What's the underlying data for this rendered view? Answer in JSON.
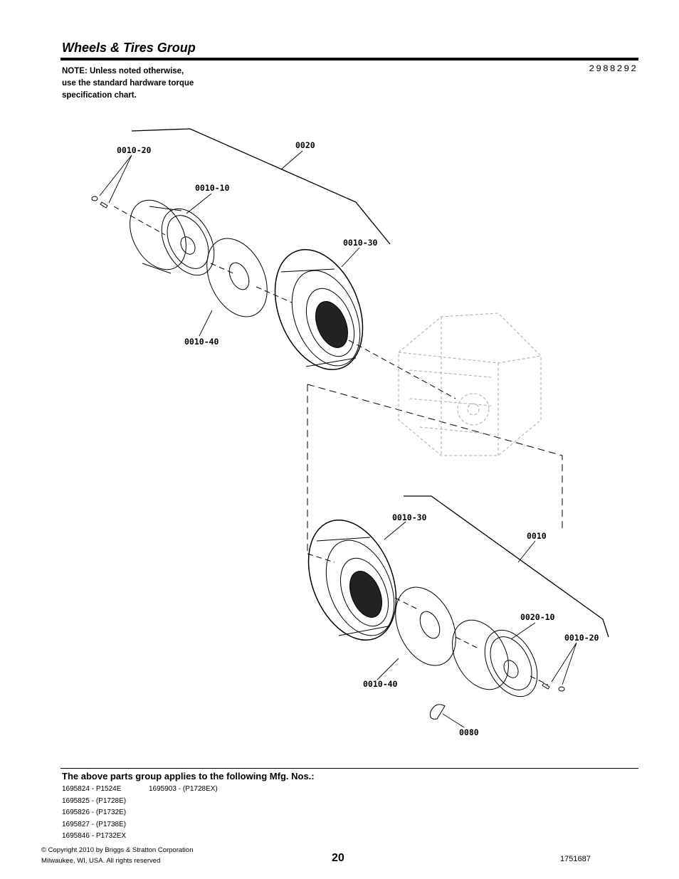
{
  "header": {
    "title": "Wheels & Tires Group",
    "doc_number": "2988292",
    "note_lines": [
      "NOTE: Unless noted otherwise,",
      "use the standard hardware torque",
      "specification chart."
    ]
  },
  "diagram": {
    "callouts": [
      "0010-20",
      "0020",
      "0010-10",
      "0010-30",
      "0010-40",
      "0010-30",
      "0010",
      "0020-10",
      "0010-20",
      "0010-40",
      "0080"
    ]
  },
  "footer": {
    "applies_heading": "The above parts group applies to the following Mfg. Nos.:",
    "mfg_col1": [
      "1695824 - P1524E",
      "1695825 - (P1728E)",
      "1695826 - (P1732E)",
      "1695827 - (P1738E)",
      "1695846 - P1732EX"
    ],
    "mfg_col2": [
      "1695903 - (P1728EX)"
    ],
    "copyright_lines": [
      "© Copyright  2010 by Briggs & Stratton Corporation",
      "Milwaukee, WI, USA. All rights reserved"
    ],
    "page_number": "20",
    "part_number": "1751687"
  }
}
